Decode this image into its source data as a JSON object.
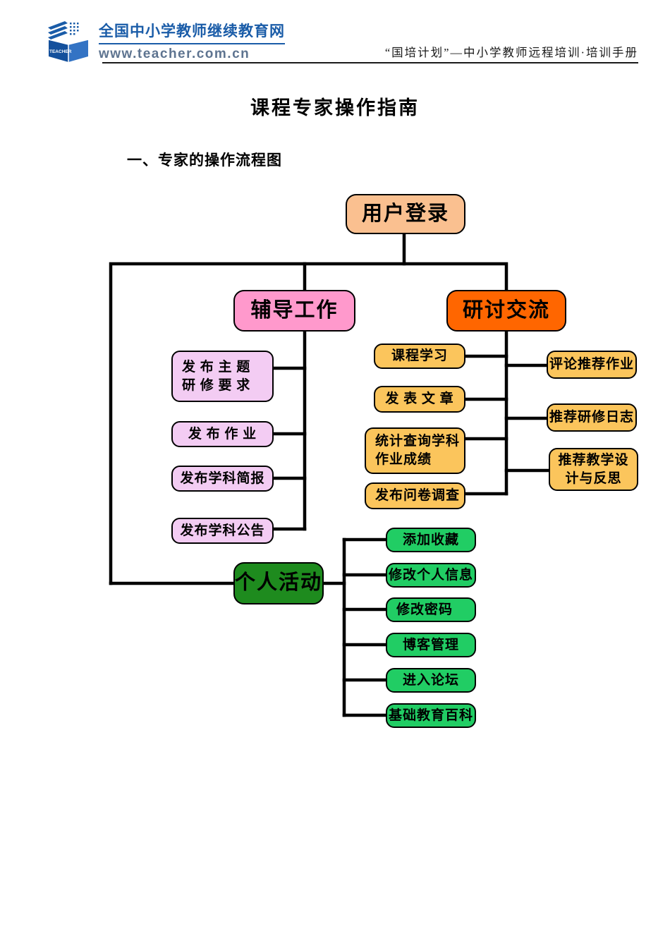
{
  "header": {
    "brand_title": "全国中小学教师继续教育网",
    "brand_url": "www.teacher.com.cn",
    "manual_label": "“国培计划”—中小学教师远程培训·培训手册"
  },
  "document": {
    "title": "课程专家操作指南",
    "section_heading": "一、专家的操作流程图"
  },
  "flowchart": {
    "root": {
      "label": "用户登录"
    },
    "tutoring": {
      "label": "辅导工作",
      "items": [
        "发 布 主 题\n研 修 要 求",
        "发 布 作 业",
        "发布学科简报",
        "发布学科公告"
      ]
    },
    "discussion": {
      "label": "研讨交流",
      "left_items": [
        "课程学习",
        "发 表 文 章",
        "统计查询学科\n作业成绩",
        "发布问卷调查"
      ],
      "right_items": [
        "评论推荐作业",
        "推荐研修日志",
        "推荐教学设\n计与反思"
      ]
    },
    "personal": {
      "label": "个人活动",
      "items": [
        "添加收藏",
        "修改个人信息",
        "修改密码",
        "博客管理",
        "进入论坛",
        "基础教育百科"
      ]
    }
  },
  "colors": {
    "brand-blue": "#1A5CA8",
    "brand-gray": "#5E7490",
    "root-fill": "#FAC090",
    "tutoring-fill": "#FF99CC",
    "tutoring-child-fill": "#F3CCF3",
    "discussion-fill": "#FF6600",
    "discussion-child-fill": "#FBC55C",
    "personal-fill": "#1E8B1E",
    "personal-child-fill": "#21CD64",
    "line": "#000000"
  }
}
